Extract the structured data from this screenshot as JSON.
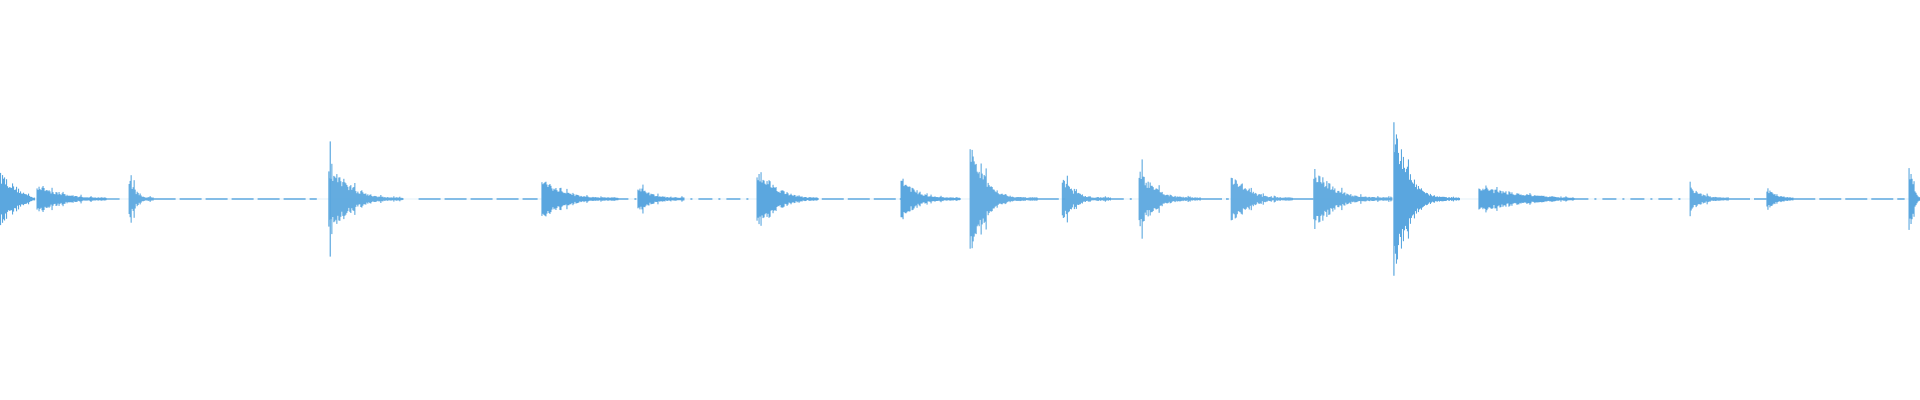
{
  "waveform": {
    "color": "#5ba7df",
    "clusters": [
      {
        "start": 0.0,
        "end": 0.018,
        "amp": 0.22,
        "decay": 0.15
      },
      {
        "start": 0.019,
        "end": 0.055,
        "amp": 0.12,
        "decay": 0.55
      },
      {
        "start": 0.067,
        "end": 0.08,
        "amp": 0.18,
        "decay": 0.8
      },
      {
        "start": 0.171,
        "end": 0.21,
        "amp": 0.3,
        "decay": 0.7
      },
      {
        "start": 0.282,
        "end": 0.322,
        "amp": 0.18,
        "decay": 0.85
      },
      {
        "start": 0.332,
        "end": 0.356,
        "amp": 0.1,
        "decay": 0.75
      },
      {
        "start": 0.394,
        "end": 0.426,
        "amp": 0.28,
        "decay": 0.6
      },
      {
        "start": 0.469,
        "end": 0.5,
        "amp": 0.18,
        "decay": 0.85
      },
      {
        "start": 0.505,
        "end": 0.54,
        "amp": 0.45,
        "decay": 0.9
      },
      {
        "start": 0.553,
        "end": 0.578,
        "amp": 0.16,
        "decay": 0.85
      },
      {
        "start": 0.593,
        "end": 0.625,
        "amp": 0.24,
        "decay": 0.8
      },
      {
        "start": 0.641,
        "end": 0.673,
        "amp": 0.22,
        "decay": 0.85
      },
      {
        "start": 0.684,
        "end": 0.725,
        "amp": 0.26,
        "decay": 0.85
      },
      {
        "start": 0.726,
        "end": 0.76,
        "amp": 0.62,
        "decay": 0.92
      },
      {
        "start": 0.77,
        "end": 0.82,
        "amp": 0.1,
        "decay": 0.3
      },
      {
        "start": 0.88,
        "end": 0.9,
        "amp": 0.1,
        "decay": 0.8
      },
      {
        "start": 0.92,
        "end": 0.934,
        "amp": 0.08,
        "decay": 0.5
      },
      {
        "start": 0.994,
        "end": 1.0,
        "amp": 0.28,
        "decay": 0.3
      }
    ],
    "spikes": [
      {
        "pos": 0.172,
        "amp": 0.48
      },
      {
        "pos": 0.726,
        "amp": 0.64
      }
    ],
    "dashed_segments": [
      [
        0.055,
        0.064
      ],
      [
        0.08,
        0.165
      ],
      [
        0.218,
        0.28
      ],
      [
        0.32,
        0.39
      ],
      [
        0.428,
        0.47
      ],
      [
        0.54,
        0.555
      ],
      [
        0.578,
        0.592
      ],
      [
        0.625,
        0.64
      ],
      [
        0.673,
        0.684
      ],
      [
        0.82,
        0.878
      ],
      [
        0.9,
        0.92
      ],
      [
        0.934,
        0.992
      ]
    ]
  }
}
